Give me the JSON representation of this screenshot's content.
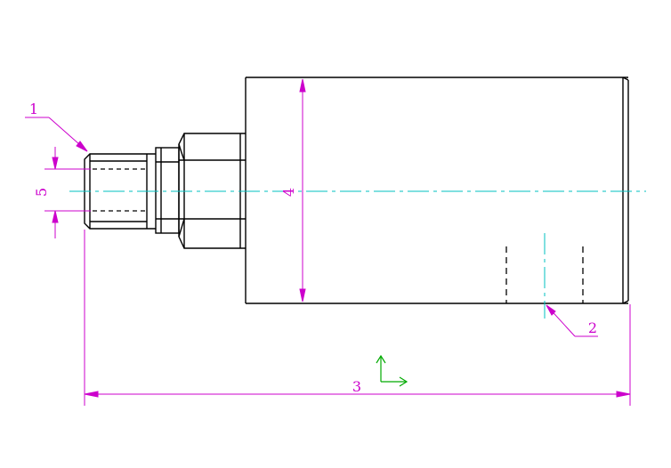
{
  "colors": {
    "outline": "#000000",
    "dimension": "#cc00cc",
    "centerline": "#00c0c0",
    "axis_indicator": "#00aa00",
    "background": "#ffffff"
  },
  "labels": {
    "callout_1": "1",
    "callout_2": "2",
    "dim_3": "3",
    "dim_4": "4",
    "dim_5": "5"
  }
}
